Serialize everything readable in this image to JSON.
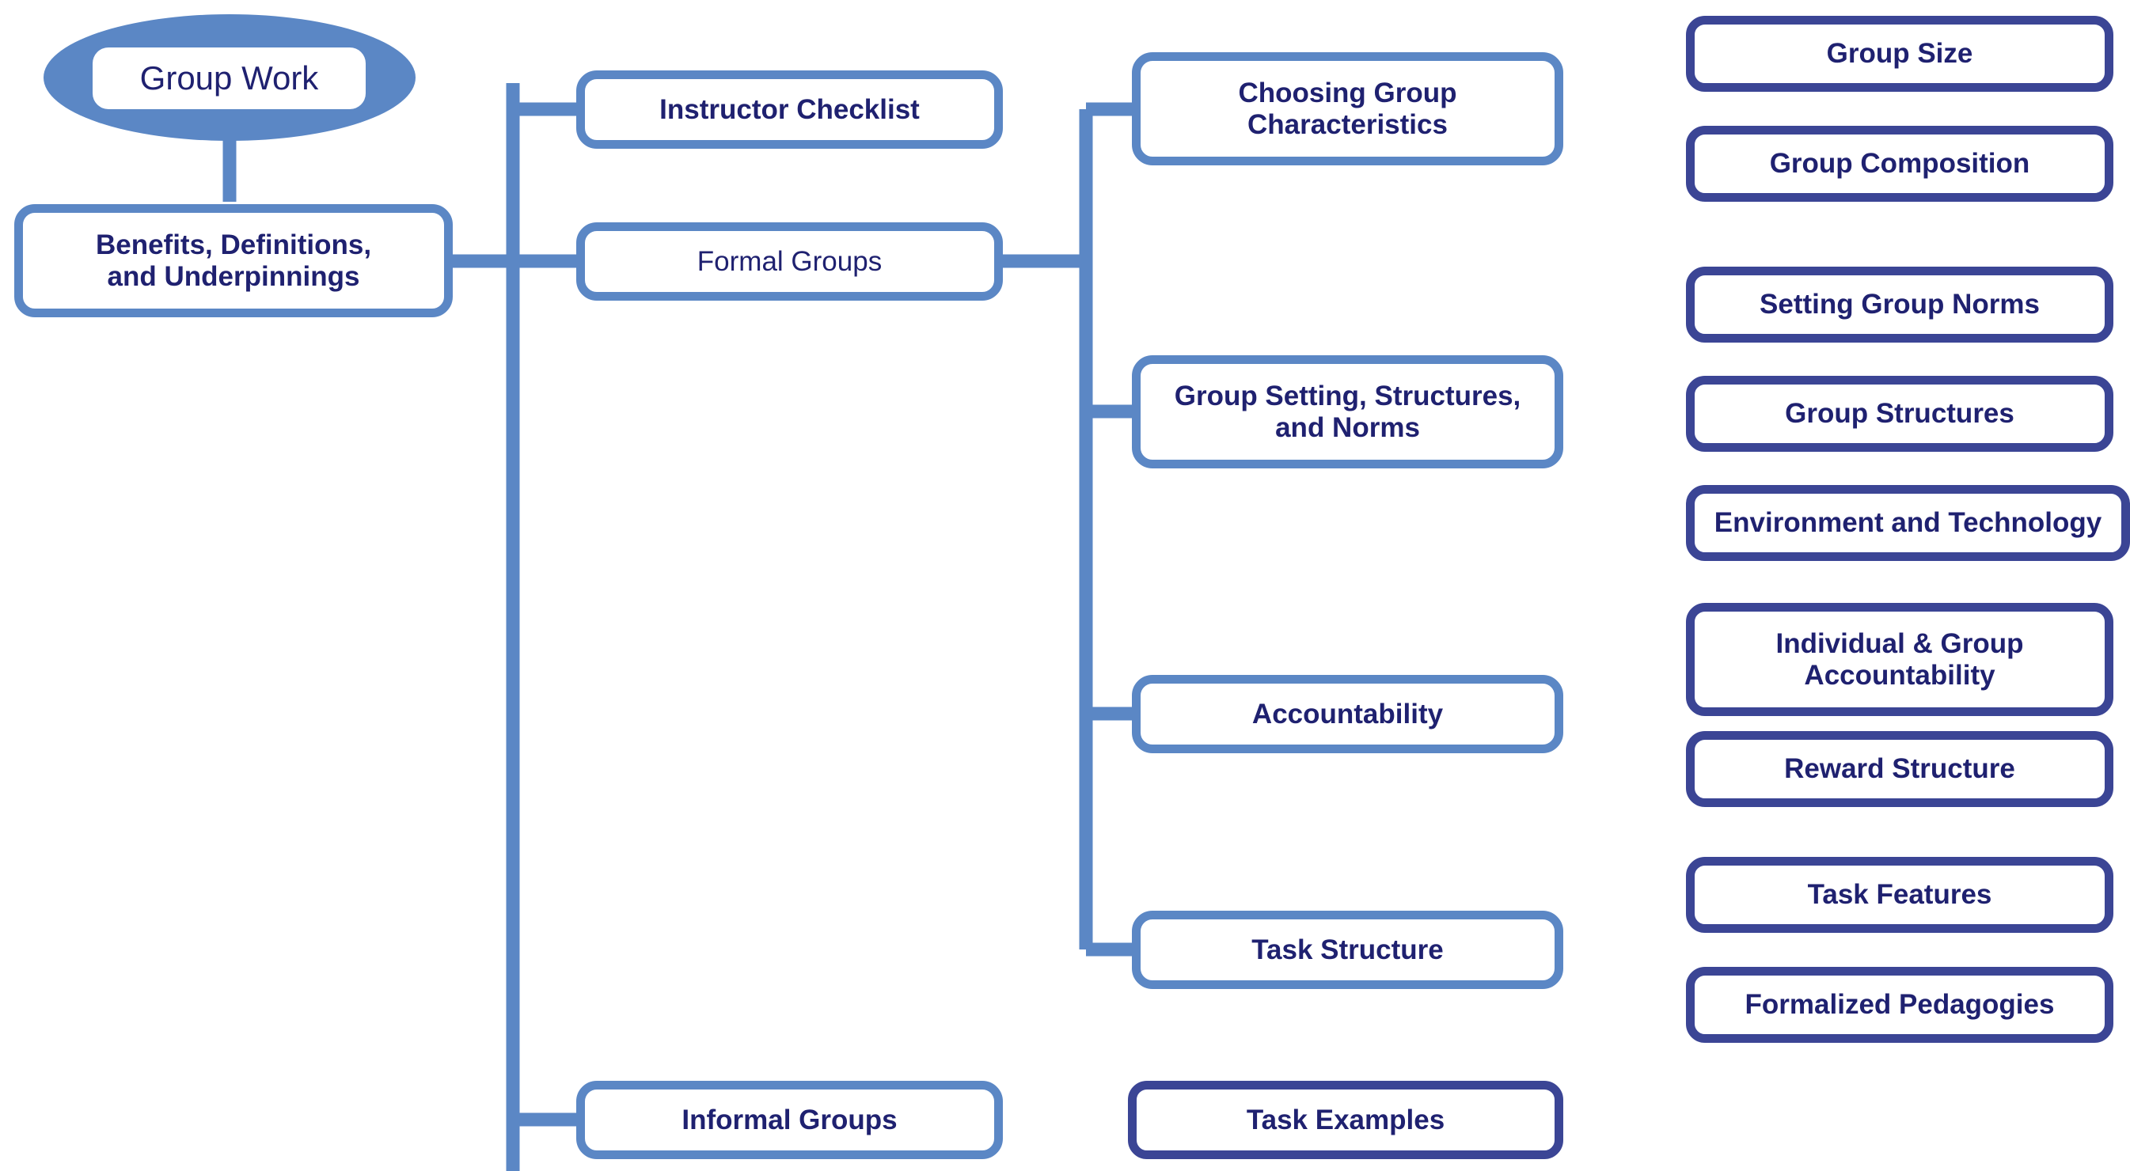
{
  "theme": {
    "background": "#ffffff",
    "branch_border": "#5B87C5",
    "leaf_border": "#3B4595",
    "text": "#1F2170",
    "ellipse_fill": "#5B87C5"
  },
  "diagram": {
    "type": "mind-map",
    "title": "Group Work",
    "root": {
      "label": "Group Work",
      "shape": "ellipse-with-rounded-rect",
      "style": "plain"
    },
    "level1": [
      {
        "label": "Benefits, Definitions,\nand Underpinnings",
        "line1": "Benefits, Definitions,",
        "line2": "and Underpinnings",
        "style": "branch-bold"
      },
      {
        "label": "Instructor Checklist",
        "style": "branch-bold"
      },
      {
        "label": "Formal Groups",
        "style": "branch-plain"
      },
      {
        "label": "Informal Groups",
        "style": "branch-bold"
      }
    ],
    "formal_groups_children": [
      {
        "label": "Choosing Group\nCharacteristics",
        "line1": "Choosing Group",
        "line2": "Characteristics",
        "leaves": [
          "Group Size",
          "Group Composition"
        ]
      },
      {
        "label": "Group Setting, Structures,\nand Norms",
        "line1": "Group Setting, Structures,",
        "line2": "and Norms",
        "leaves": [
          "Setting Group Norms",
          "Group Structures",
          "Environment and Technology"
        ]
      },
      {
        "label": "Accountability",
        "line1": "Accountability",
        "line2": "",
        "leaves": [
          "Individual & Group\nAccountability",
          "Reward Structure"
        ]
      },
      {
        "label": "Task Structure",
        "line1": "Task Structure",
        "line2": "",
        "leaves": [
          "Task Features",
          "Formalized Pedagogies"
        ]
      }
    ],
    "informal_groups_children": [
      "Task Examples"
    ],
    "nodes": {
      "root": "Group Work",
      "benefits_line1": "Benefits, Definitions,",
      "benefits_line2": "and Underpinnings",
      "instructor_checklist": "Instructor Checklist",
      "formal_groups": "Formal Groups",
      "informal_groups": "Informal Groups",
      "choosing_line1": "Choosing Group",
      "choosing_line2": "Characteristics",
      "group_size": "Group Size",
      "group_composition": "Group Composition",
      "setting_line1": "Group Setting, Structures,",
      "setting_line2": "and Norms",
      "setting_group_norms": "Setting Group Norms",
      "group_structures": "Group Structures",
      "environment_and_technology": "Environment and Technology",
      "accountability": "Accountability",
      "individual_group_line1": "Individual & Group",
      "individual_group_line2": "Accountability",
      "reward_structure": "Reward Structure",
      "task_structure": "Task Structure",
      "task_features": "Task Features",
      "formalized_pedagogies": "Formalized Pedagogies",
      "task_examples": "Task Examples"
    }
  }
}
